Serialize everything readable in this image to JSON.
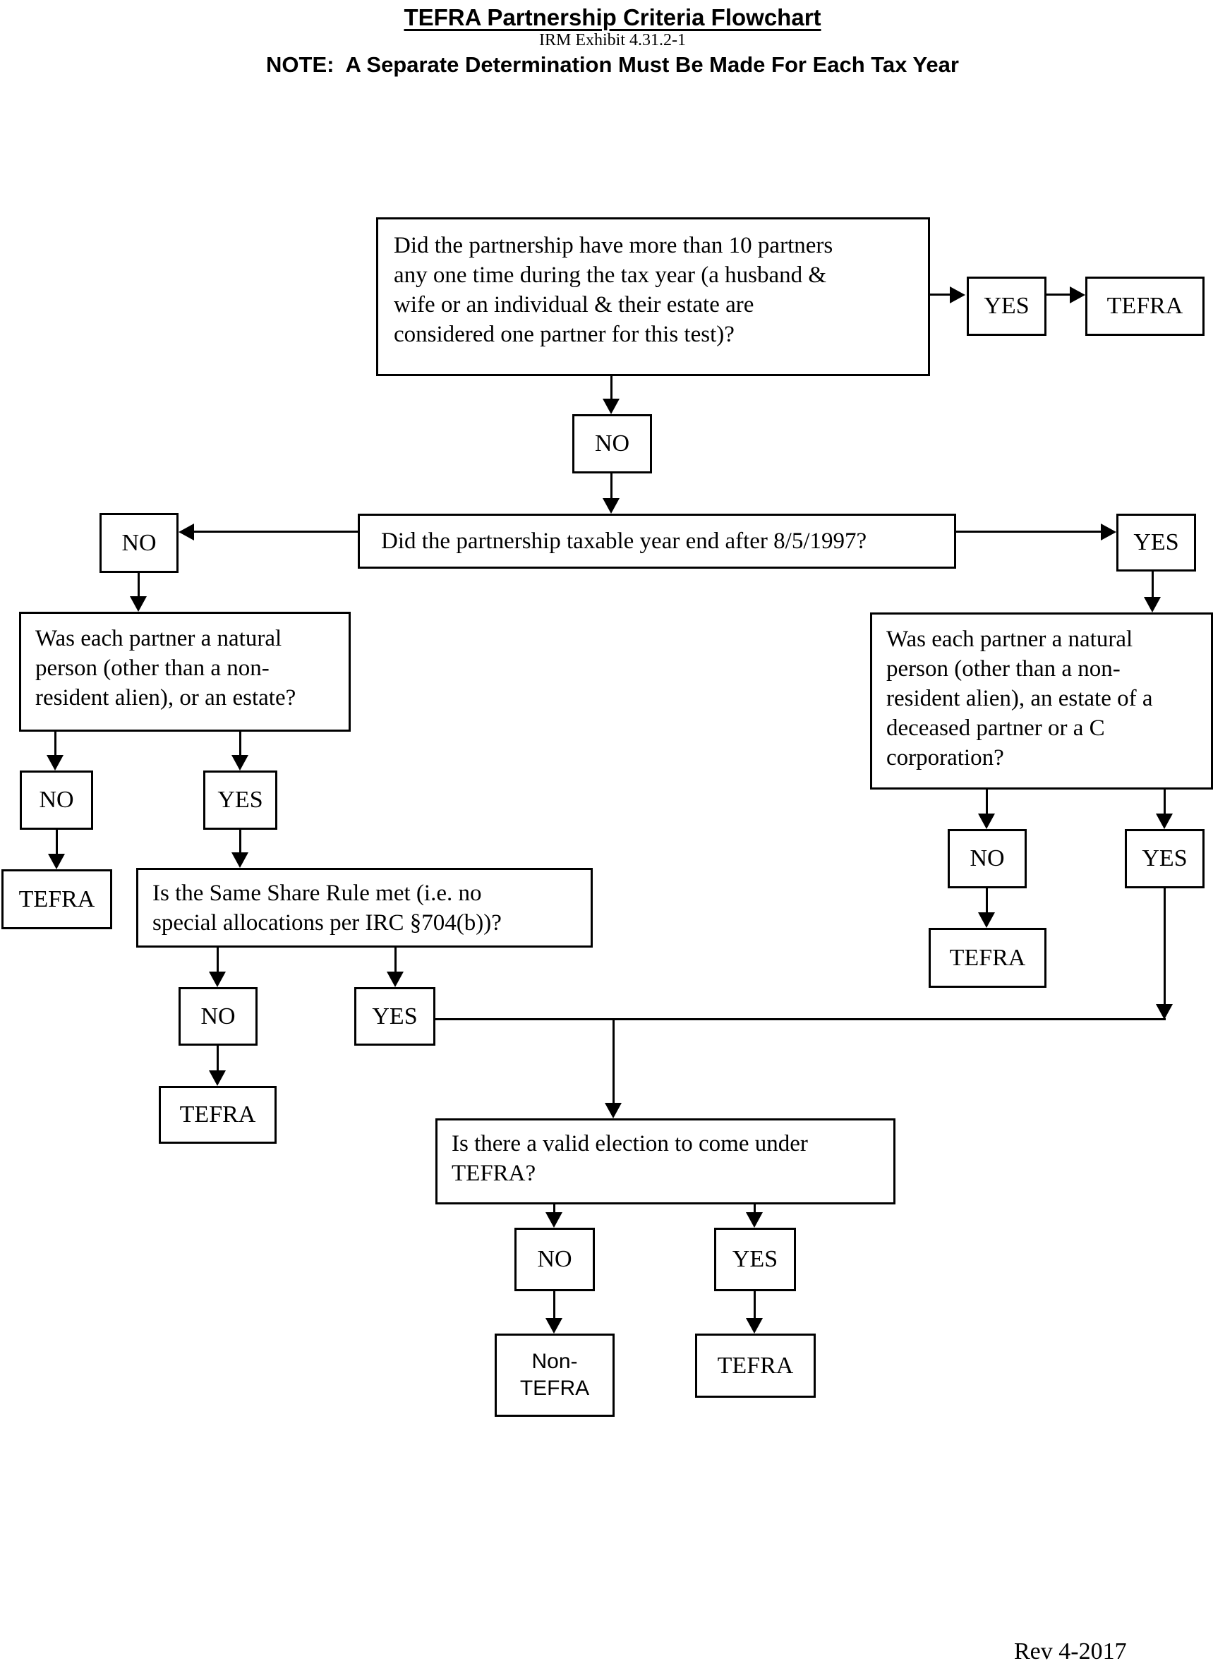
{
  "header": {
    "title": "TEFRA Partnership Criteria Flowchart",
    "subtitle": "IRM Exhibit 4.31.2-1",
    "note": "NOTE:  A Separate Determination Must Be Made For Each Tax Year"
  },
  "labels": {
    "yes": "YES",
    "no": "NO",
    "tefra": "TEFRA"
  },
  "nodes": {
    "q_partners": {
      "lines": [
        "Did the partnership have more than 10 partners",
        "any one time during the tax year (a husband &",
        "wife or an individual & their estate are",
        "considered one partner for this test)?"
      ]
    },
    "q_year_end": {
      "text": "Did the partnership taxable year end after 8/5/1997?"
    },
    "q_natural_left": {
      "lines": [
        "Was each partner a natural",
        "person (other than a non-",
        "resident alien), or an estate?"
      ]
    },
    "q_share": {
      "lines": [
        "Is the Same Share Rule met (i.e. no",
        "special allocations per IRC §704(b))?"
      ]
    },
    "q_natural_right": {
      "lines": [
        "Was each partner a natural",
        "person (other than a non-",
        "resident alien), an estate of a",
        "deceased partner or a C",
        "corporation?"
      ]
    },
    "q_election": {
      "lines": [
        "Is there a valid election to come under",
        "TEFRA?"
      ]
    },
    "non_tefra": {
      "lines": [
        "Non-",
        "TEFRA"
      ]
    }
  },
  "connections": [
    {
      "from": "q-more-than-10-partners",
      "label": "YES",
      "to": "TEFRA"
    },
    {
      "from": "q-more-than-10-partners",
      "label": "NO",
      "to": "q-taxable-year-end-after-8-5-1997"
    },
    {
      "from": "q-taxable-year-end-after-8-5-1997",
      "label": "NO",
      "to": "q-natural-person-or-estate"
    },
    {
      "from": "q-taxable-year-end-after-8-5-1997",
      "label": "YES",
      "to": "q-natural-person-estate-or-c-corporation"
    },
    {
      "from": "q-natural-person-or-estate",
      "label": "NO",
      "to": "TEFRA"
    },
    {
      "from": "q-natural-person-or-estate",
      "label": "YES",
      "to": "q-same-share-rule"
    },
    {
      "from": "q-same-share-rule",
      "label": "NO",
      "to": "TEFRA"
    },
    {
      "from": "q-same-share-rule",
      "label": "YES",
      "to": "q-valid-election"
    },
    {
      "from": "q-natural-person-estate-or-c-corporation",
      "label": "NO",
      "to": "TEFRA"
    },
    {
      "from": "q-natural-person-estate-or-c-corporation",
      "label": "YES",
      "to": "q-valid-election"
    },
    {
      "from": "q-valid-election",
      "label": "NO",
      "to": "Non-TEFRA"
    },
    {
      "from": "q-valid-election",
      "label": "YES",
      "to": "TEFRA"
    }
  ],
  "footer": {
    "revision": "Rev 4-2017"
  },
  "colors": {
    "line": "#000000",
    "background": "#ffffff",
    "text": "#000000"
  }
}
